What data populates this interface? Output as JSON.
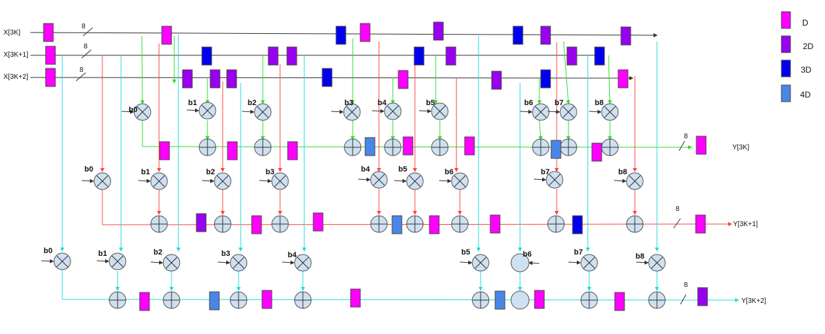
{
  "inputs": [
    "X[3K]",
    "X[3K+1]",
    "X[3K+2]"
  ],
  "bus_width": "8",
  "outputs": [
    "Y[3K]",
    "Y[3K+1]",
    "Y[3K+2]"
  ],
  "legend": [
    {
      "label": "D",
      "color": "#ff00ff"
    },
    {
      "label": "2D",
      "color": "#9900ee"
    },
    {
      "label": "3D",
      "color": "#0000ee"
    },
    {
      "label": "4D",
      "color": "#4a86e8"
    }
  ],
  "coefficients": [
    "b0",
    "b1",
    "b2",
    "b3",
    "b4",
    "b5",
    "b6",
    "b7",
    "b8"
  ],
  "wire_colors": {
    "row1": "#33dd33",
    "row2": "#ff4444",
    "row3": "#22dddd",
    "input": "#333333"
  }
}
